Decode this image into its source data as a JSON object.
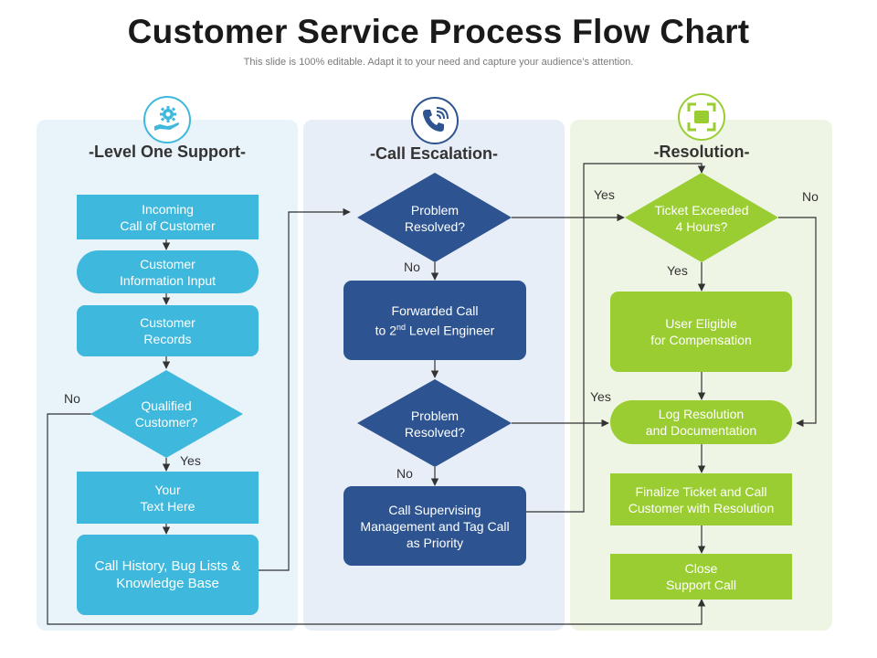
{
  "title": "Customer Service Process Flow Chart",
  "subtitle": "This slide is 100% editable. Adapt it to your need and capture your audience’s attention.",
  "colors": {
    "cyan": "#3eb8dc",
    "navy": "#2d5490",
    "green": "#9acd32"
  },
  "columns": [
    {
      "title": "-Level One Support-",
      "icon": "hand-gear-icon"
    },
    {
      "title": "-Call Escalation-",
      "icon": "phone-icon"
    },
    {
      "title": "-Resolution-",
      "icon": "scan-frame-icon"
    }
  ],
  "level_one": {
    "incoming": "Incoming\nCall of Customer",
    "info_input": "Customer\nInformation Input",
    "records": "Customer\nRecords",
    "qualified": "Qualified\nCustomer?",
    "your_text": "Your\nText Here",
    "history": "Call History, Bug Lists &\nKnowledge Base"
  },
  "escalation": {
    "problem_resolved_1": "Problem\nResolved?",
    "forwarded_pre": "Forwarded Call\nto 2",
    "forwarded_sup": "nd",
    "forwarded_post": " Level Engineer",
    "problem_resolved_2": "Problem\nResolved?",
    "supervising": "Call Supervising\nManagement and Tag Call\nas Priority"
  },
  "resolution": {
    "ticket_exceeded": "Ticket Exceeded\n4 Hours?",
    "eligible": "User Eligible\nfor Compensation",
    "log": "Log Resolution\nand Documentation",
    "finalize": "Finalize Ticket and Call\nCustomer with Resolution",
    "close": "Close\nSupport Call"
  },
  "edge_labels": {
    "qualified_no": "No",
    "qualified_yes": "Yes",
    "resolved1_no": "No",
    "resolved2_no": "No",
    "ticket_yes_left": "Yes",
    "ticket_no": "No",
    "ticket_yes_down": "Yes",
    "log_yes": "Yes"
  }
}
